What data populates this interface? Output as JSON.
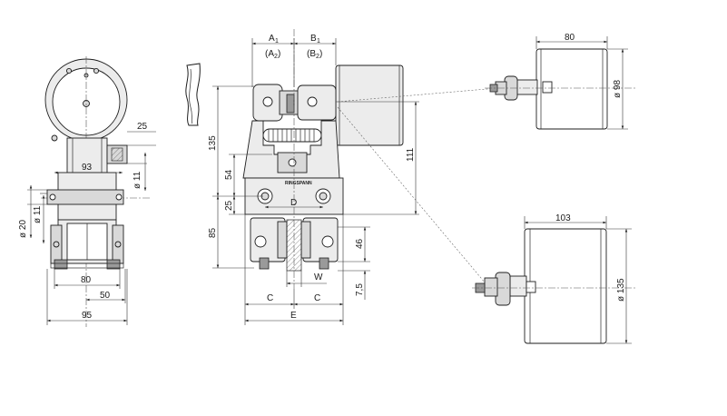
{
  "drawing": {
    "logo_text": "RINGSPANN",
    "left_view": {
      "dims": {
        "d25": "25",
        "d93": "93",
        "dia11_right": "ø 11",
        "dia20": "ø 20",
        "dia11_left": "ø 11",
        "d80": "80",
        "d50": "50",
        "d95": "95"
      }
    },
    "front_view": {
      "dims": {
        "a1": "A",
        "a1_sub": "1",
        "a2": "(A",
        "a2_sub": "2",
        "a2_close": ")",
        "b1": "B",
        "b1_sub": "1",
        "b2": "(B",
        "b2_sub": "2",
        "b2_close": ")",
        "d135": "135",
        "d54": "54",
        "d25": "25",
        "d85": "85",
        "d111": "111",
        "d46": "46",
        "d7_5": "7,5",
        "dD": "D",
        "dW": "W",
        "dC_left": "C",
        "dC_right": "C",
        "dE": "E"
      }
    },
    "actuator_small": {
      "dims": {
        "d80": "80",
        "dia98": "ø 98"
      }
    },
    "actuator_large": {
      "dims": {
        "d103": "103",
        "dia135": "ø 135"
      }
    }
  }
}
